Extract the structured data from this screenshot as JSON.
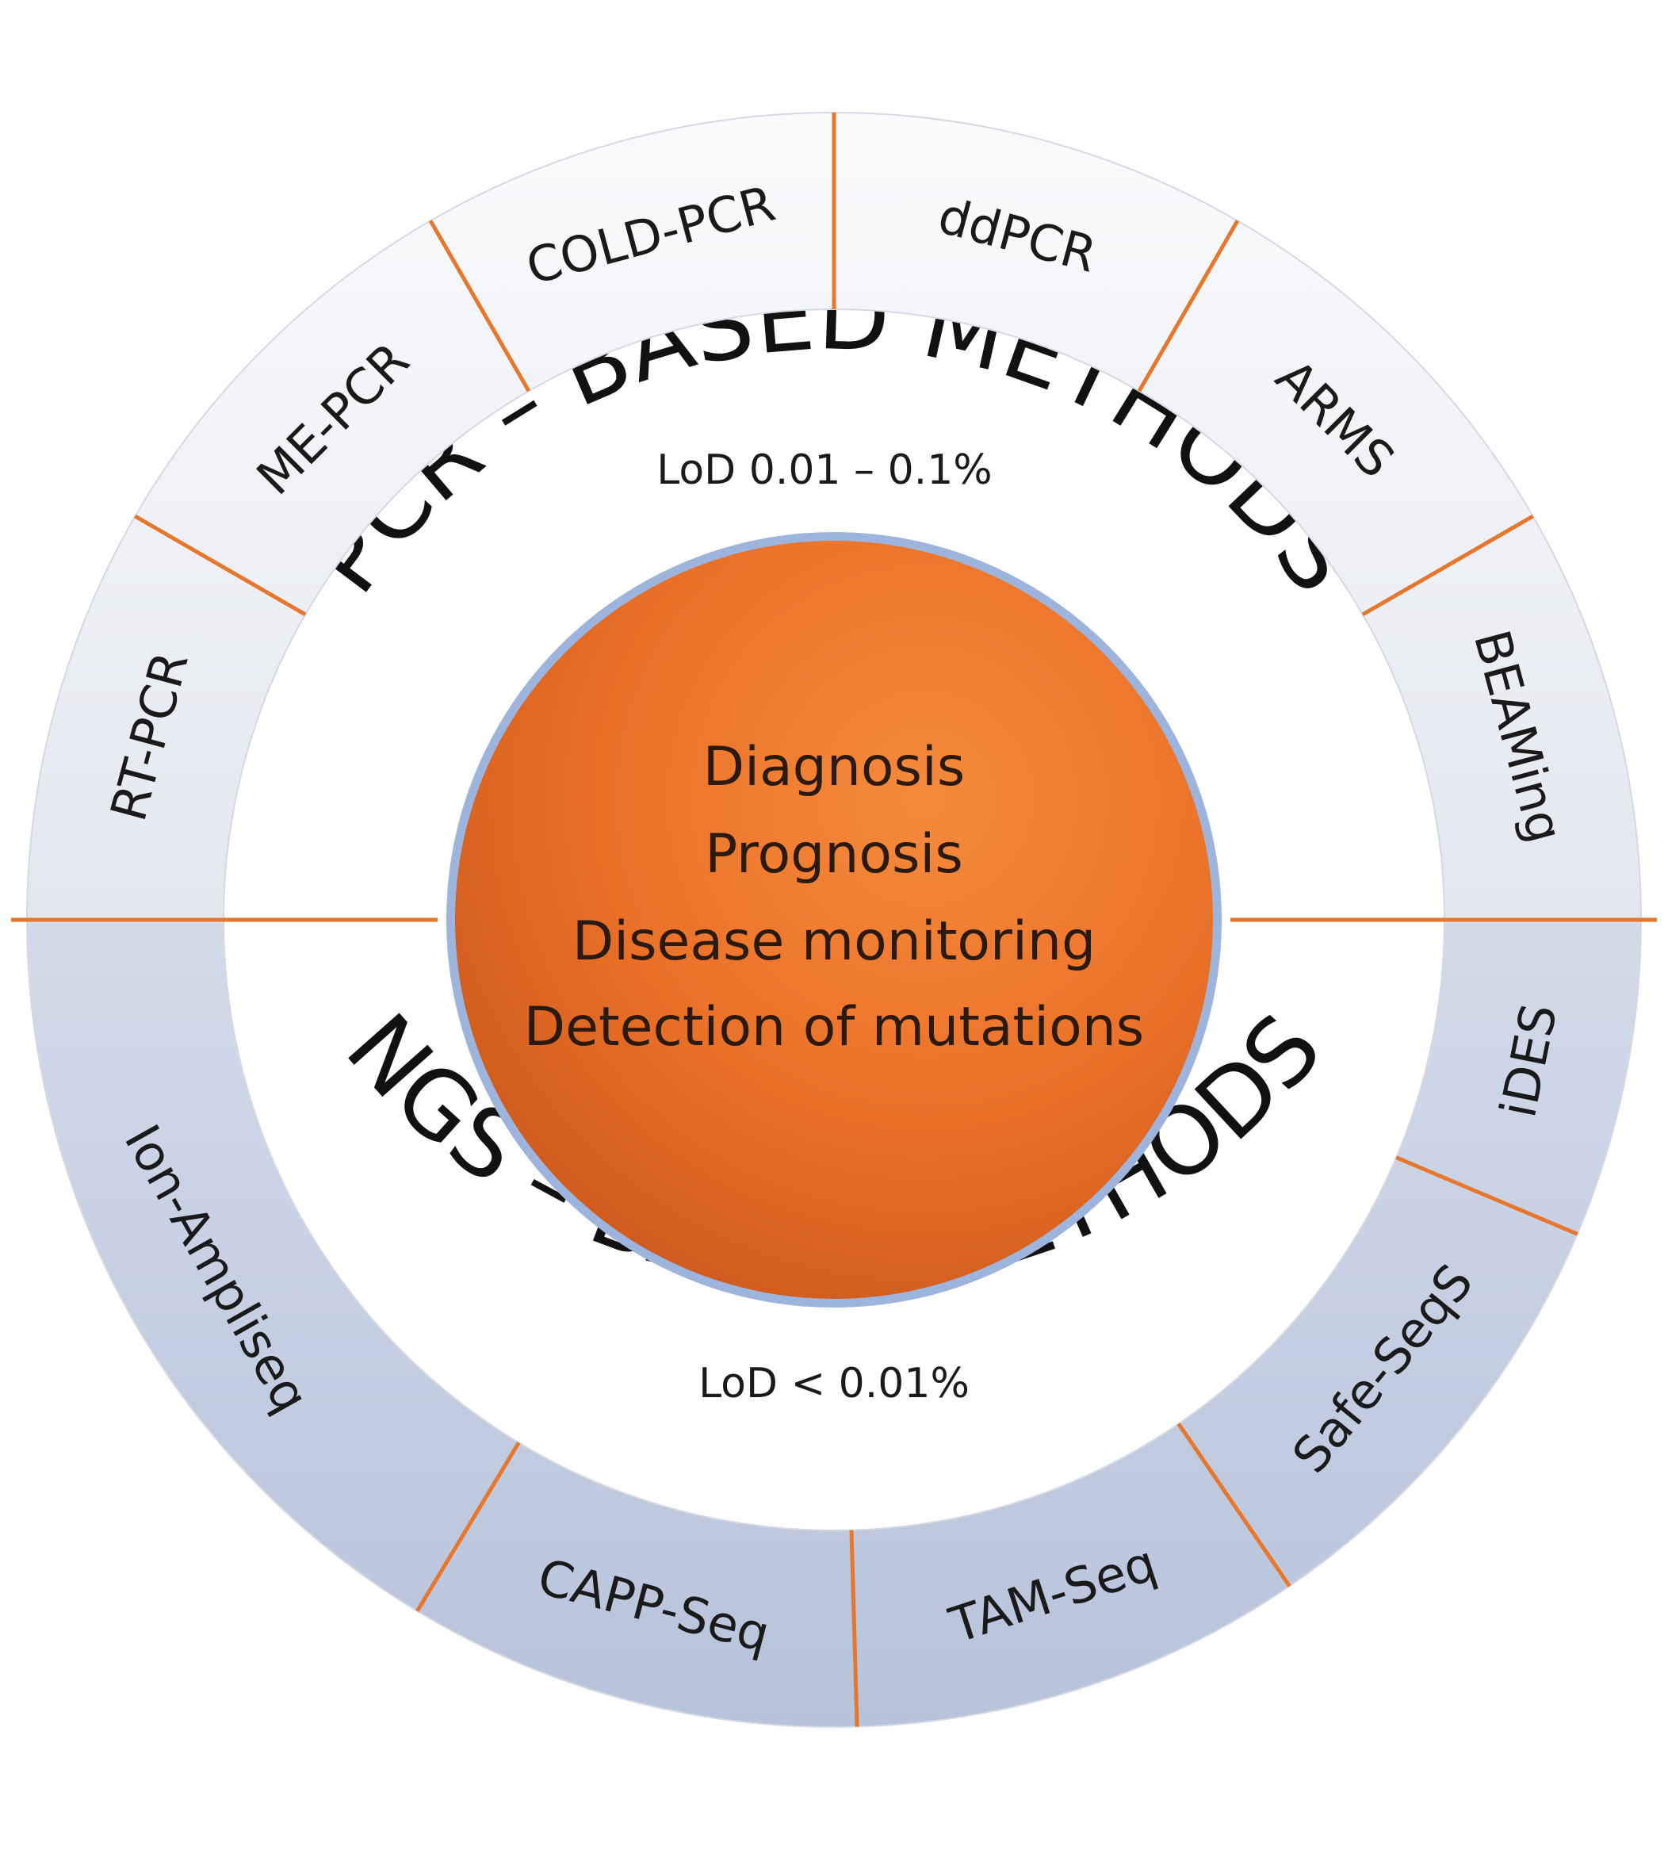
{
  "titles": {
    "top": "PCR – BASED METHODS",
    "bottom": "NGS – BASED METHODS"
  },
  "pcr_methods": [
    "RT-PCR",
    "ME-PCR",
    "COLD-PCR",
    "ddPCR",
    "ARMS",
    "BEAMing"
  ],
  "ngs_methods": [
    "iDES",
    "Safe-SeqS",
    "TAM-Seq",
    "CAPP-Seq",
    "Ion-Ampliseq"
  ],
  "lod": {
    "pcr": "LoD 0.01 – 0.1%",
    "ngs": "LoD  < 0.01%"
  },
  "center": {
    "lines": [
      "Diagnosis",
      "Prognosis",
      "Disease monitoring",
      "Detection of mutations"
    ]
  },
  "colors": {
    "divider": "#e8772e",
    "center_fill": "#ea7028",
    "center_rim": "#8fa9d6",
    "pcr_ring": "#f1f2f6",
    "ngs_ring": "#c3cde0",
    "text": "#1a1a1a"
  }
}
